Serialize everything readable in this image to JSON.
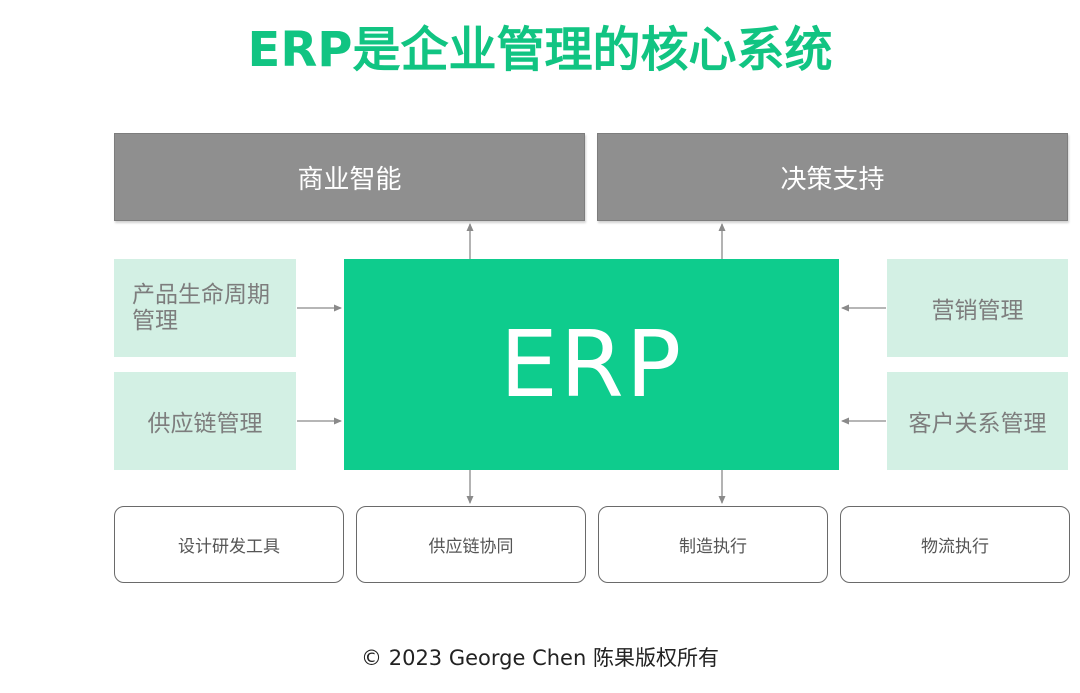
{
  "title": "ERP是企业管理的核心系统",
  "top": {
    "business_intelligence": "商业智能",
    "decision_support": "决策支持"
  },
  "center": {
    "label": "ERP"
  },
  "left": {
    "plm_line1": "产品生命周期",
    "plm_line2": "管理",
    "scm": "供应链管理"
  },
  "right": {
    "marketing": "营销管理",
    "crm": "客户关系管理"
  },
  "bottom": {
    "design_tools": "设计研发工具",
    "supply_chain_collab": "供应链协同",
    "manufacturing": "制造执行",
    "logistics": "物流执行"
  },
  "footer": "© 2023 George Chen 陈果版权所有",
  "colors": {
    "accent": "#0ecc8d",
    "title": "#11c482",
    "gray_box": "#8f8f8f",
    "side_box": "#d3f0e4"
  }
}
